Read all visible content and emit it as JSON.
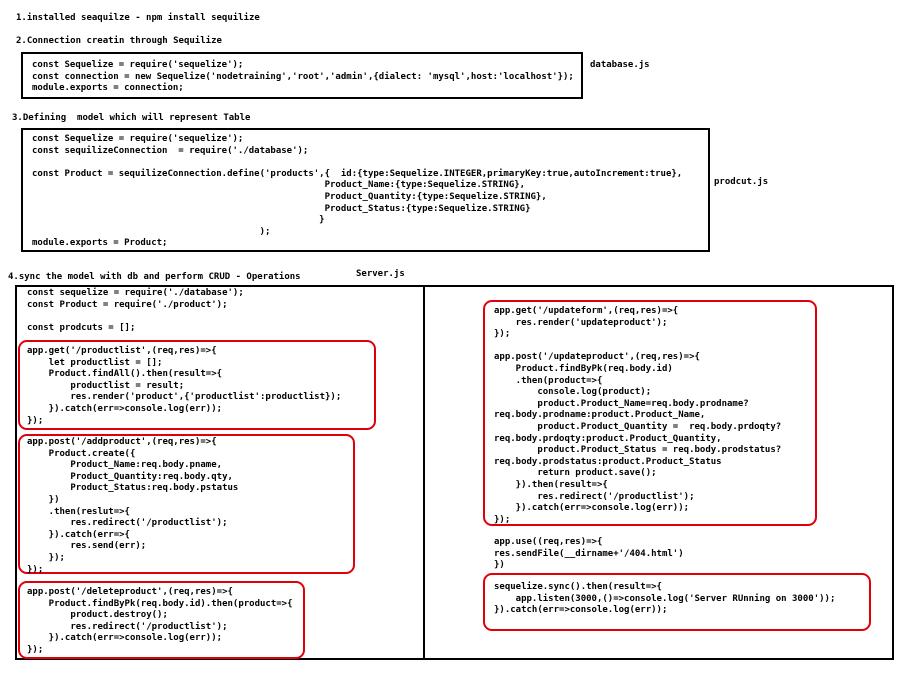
{
  "headings": {
    "step1": "1.installed seaquilze - npm install sequilize",
    "step2": "2.Connection creatin through Sequilize",
    "step3": "3.Defining  model which will represent Table",
    "step4": "4.sync the model with db and perform CRUD - Operations"
  },
  "file_labels": {
    "database": "database.js",
    "product": "prodcut.js",
    "server": "Server.js"
  },
  "code": {
    "database": "const Sequelize = require('sequelize');\nconst connection = new Sequelize('nodetraining','root','admin',{dialect: 'mysql',host:'localhost'});\nmodule.exports = connection;",
    "product": "const Sequelize = require('sequelize');\nconst sequilizeConnection  = require('./database');\n\nconst Product = sequilizeConnection.define('products',{  id:{type:Sequelize.INTEGER,primaryKey:true,autoIncrement:true},\n                                                      Product_Name:{type:Sequelize.STRING},\n                                                      Product_Quantity:{type:Sequelize.STRING},\n                                                      Product_Status:{type:Sequelize.STRING}\n                                                     }\n                                          );\nmodule.exports = Product;",
    "server_header": "const sequelize = require('./database');\nconst Product = require('./product');\n\nconst prodcuts = [];",
    "productlist": "app.get('/productlist',(req,res)=>{\n    let productlist = [];\n    Product.findAll().then(result=>{\n        productlist = result;\n        res.render('product',{'productlist':productlist});\n    }).catch(err=>console.log(err));\n});",
    "addproduct": "app.post('/addproduct',(req,res)=>{\n    Product.create({\n        Product_Name:req.body.pname,\n        Product_Quantity:req.body.qty,\n        Product_Status:req.body.pstatus\n    })\n    .then(reslut=>{\n        res.redirect('/productlist');\n    }).catch(err=>{\n        res.send(err);\n    });\n});",
    "deleteproduct": "app.post('/deleteproduct',(req,res)=>{\n    Product.findByPk(req.body.id).then(product=>{\n        product.destroy();\n        res.redirect('/productlist');\n    }).catch(err=>console.log(err));\n});",
    "update": "app.get('/updateform',(req,res)=>{\n    res.render('updateproduct');\n});\n\napp.post('/updateproduct',(req,res)=>{\n    Product.findByPk(req.body.id)\n    .then(product=>{\n        console.log(product);\n        product.Product_Name=req.body.prodname?\nreq.body.prodname:product.Product_Name,\n        product.Product_Quantity =  req.body.prdoqty?\nreq.body.prdoqty:product.Product_Quantity,\n        product.Product_Status = req.body.prodstatus?\nreq.body.prodstatus:product.Product_Status\n        return product.save();\n    }).then(result=>{\n        res.redirect('/productlist');\n    }).catch(err=>console.log(err));\n});",
    "use404": "app.use((req,res)=>{\nres.sendFile(__dirname+'/404.html')\n})",
    "sync": "sequelize.sync().then(result=>{\n    app.listen(3000,()=>console.log('Server RUnning on 3000'));\n}).catch(err=>console.log(err));"
  },
  "colors": {
    "highlight_border": "#e0000a",
    "box_border": "#000000"
  }
}
